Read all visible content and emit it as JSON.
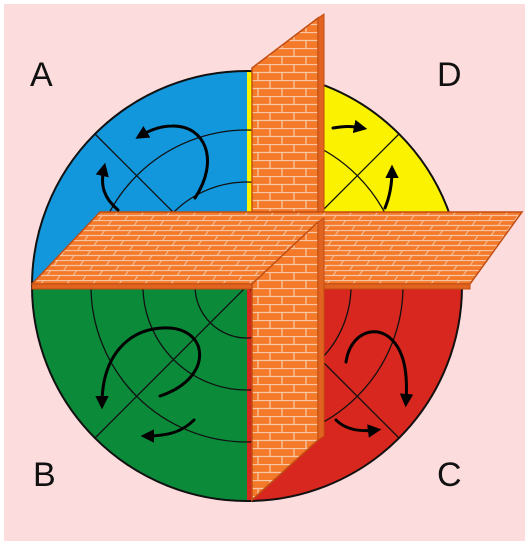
{
  "labels": {
    "a": "A",
    "b": "B",
    "c": "C",
    "d": "D"
  },
  "colors": {
    "background": "#fcdcdc",
    "quadrant_a": "#1296dc",
    "quadrant_b": "#0b8a3a",
    "quadrant_c": "#d8271e",
    "quadrant_d": "#fbf200",
    "wall_face": "#f47a2a",
    "wall_mortar": "#f7c6a4",
    "wall_edge": "#c24d12",
    "lines": "#111111",
    "arrows": "#000000"
  },
  "icons": {
    "walls": "brick-wall",
    "arrows": "curved-arrow"
  }
}
